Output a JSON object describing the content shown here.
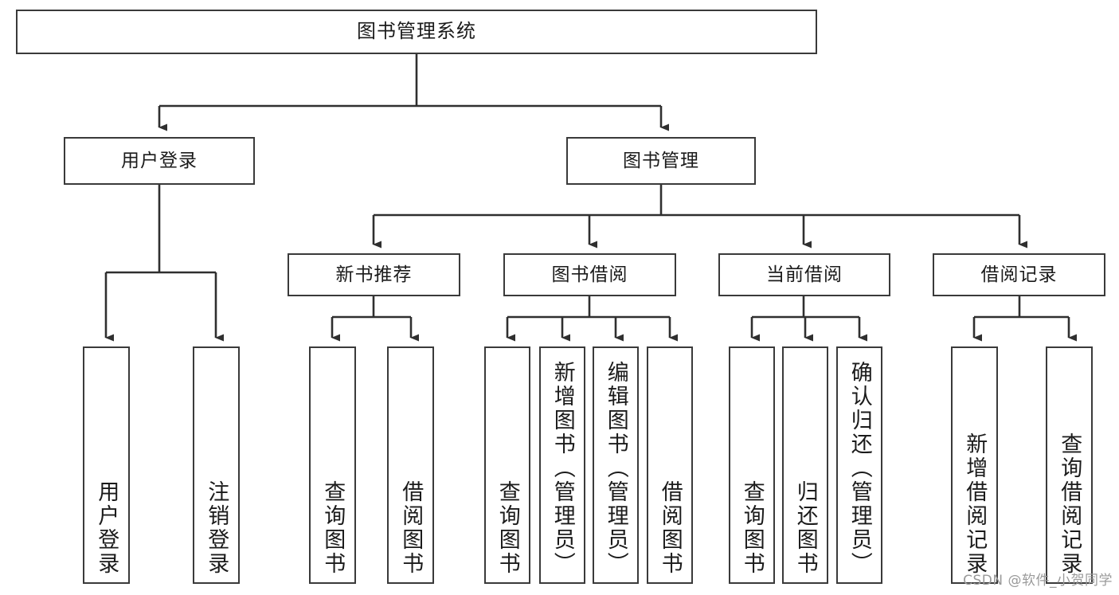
{
  "diagram": {
    "title": "图书管理系统",
    "type": "tree-structure-chart",
    "root": {
      "label": "图书管理系统"
    },
    "level1": [
      {
        "id": "user-login",
        "label": "用户登录"
      },
      {
        "id": "book-manage",
        "label": "图书管理"
      }
    ],
    "level2": [
      {
        "id": "new-book-recommend",
        "label": "新书推荐",
        "parent": "book-manage"
      },
      {
        "id": "book-borrow",
        "label": "图书借阅",
        "parent": "book-manage"
      },
      {
        "id": "current-borrow",
        "label": "当前借阅",
        "parent": "book-manage"
      },
      {
        "id": "borrow-record",
        "label": "借阅记录",
        "parent": "book-manage"
      }
    ],
    "leaves": {
      "user-login": [
        {
          "id": "leaf-user-login",
          "label": "用户登录"
        },
        {
          "id": "leaf-user-logout",
          "label": "注销登录"
        }
      ],
      "new-book-recommend": [
        {
          "id": "leaf-query-book-1",
          "label": "查询图书"
        },
        {
          "id": "leaf-borrow-book-1",
          "label": "借阅图书"
        }
      ],
      "book-borrow": [
        {
          "id": "leaf-query-book-2",
          "label": "查询图书"
        },
        {
          "id": "leaf-add-book",
          "label": "新增图书（管理员）"
        },
        {
          "id": "leaf-edit-book",
          "label": "编辑图书（管理员）"
        },
        {
          "id": "leaf-borrow-book-2",
          "label": "借阅图书"
        }
      ],
      "current-borrow": [
        {
          "id": "leaf-query-book-3",
          "label": "查询图书"
        },
        {
          "id": "leaf-return-book",
          "label": "归还图书"
        },
        {
          "id": "leaf-confirm-return",
          "label": "确认归还（管理员）"
        }
      ],
      "borrow-record": [
        {
          "id": "leaf-add-record",
          "label": "新增借阅记录"
        },
        {
          "id": "leaf-query-record",
          "label": "查询借阅记录"
        }
      ]
    }
  },
  "watermark": {
    "text": "CSDN @软件_小贺同学"
  },
  "colors": {
    "border": "#3a3a3a",
    "background": "#ffffff",
    "text": "#1b1b1b",
    "connector": "#2f2f2f",
    "watermark": "#9a9a9a"
  }
}
